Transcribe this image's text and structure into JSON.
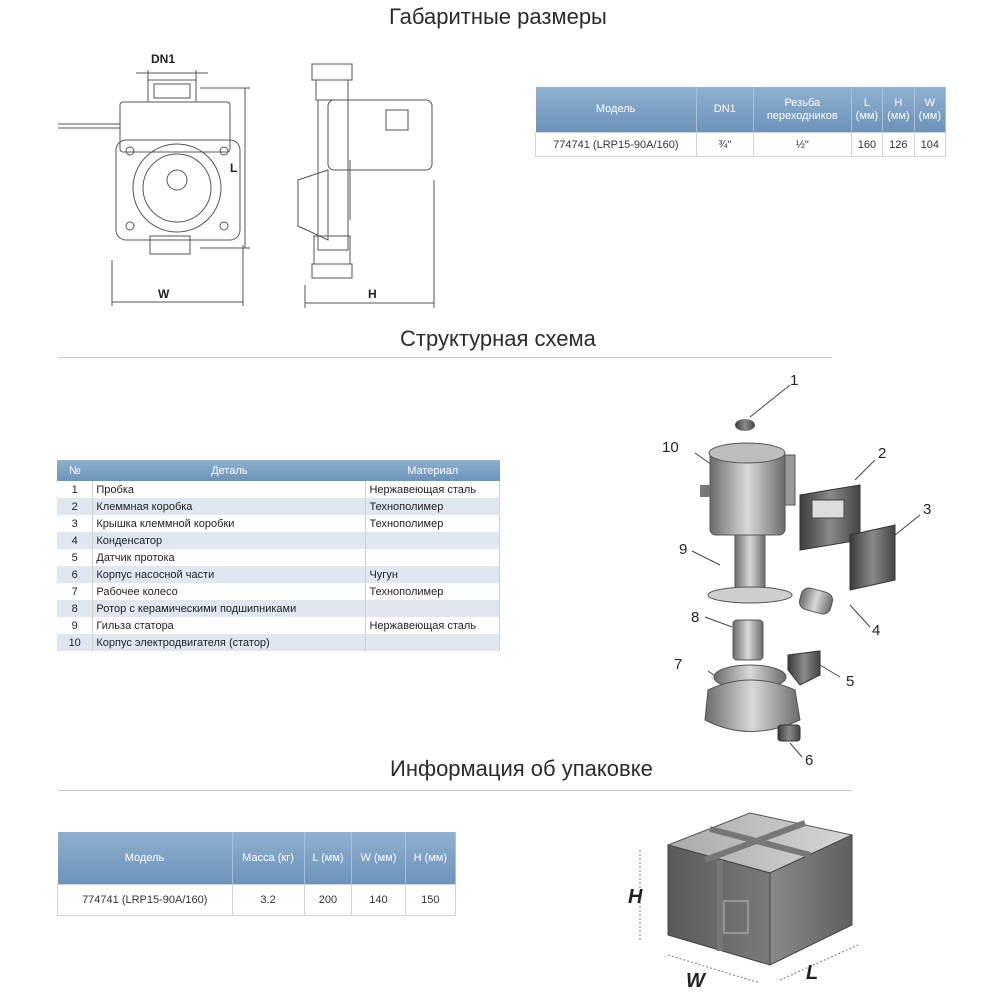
{
  "sections": {
    "dimensions_title": "Габаритные размеры",
    "structure_title": "Структурная схема",
    "packaging_title": "Информация об упаковке"
  },
  "drawing_labels": {
    "dn1": "DN1",
    "l": "L",
    "w": "W",
    "h": "H"
  },
  "dimensions_table": {
    "headers": [
      "Модель",
      "DN1",
      "Резьба переходников",
      "L (мм)",
      "H (мм)",
      "W (мм)"
    ],
    "rows": [
      [
        "774741 (LRP15-90A/160)",
        "¾\"",
        "½\"",
        "160",
        "126",
        "104"
      ]
    ]
  },
  "parts_table": {
    "headers": [
      "№",
      "Деталь",
      "Материал"
    ],
    "rows": [
      [
        "1",
        "Пробка",
        "Нержавеющая сталь"
      ],
      [
        "2",
        "Клеммная коробка",
        "Технополимер"
      ],
      [
        "3",
        "Крышка клеммной коробки",
        "Технополимер"
      ],
      [
        "4",
        "Конденсатор",
        ""
      ],
      [
        "5",
        "Датчик протока",
        ""
      ],
      [
        "6",
        "Корпус насосной части",
        "Чугун"
      ],
      [
        "7",
        "Рабочее колесо",
        "Технополимер"
      ],
      [
        "8",
        "Ротор с керамическими подшипниками",
        ""
      ],
      [
        "9",
        "Гильза статора",
        "Нержавеющая сталь"
      ],
      [
        "10",
        "Корпус электродвигателя (статор)",
        ""
      ]
    ]
  },
  "exploded_labels": [
    "1",
    "2",
    "3",
    "4",
    "5",
    "6",
    "7",
    "8",
    "9",
    "10"
  ],
  "packaging_table": {
    "headers": [
      "Модель",
      "Масса (кг)",
      "L (мм)",
      "W (мм)",
      "H (мм)"
    ],
    "rows": [
      [
        "774741 (LRP15-90A/160)",
        "3.2",
        "200",
        "140",
        "150"
      ]
    ]
  },
  "box_labels": {
    "h": "H",
    "w": "W",
    "l": "L"
  },
  "colors": {
    "table_header": "#7a9dc4",
    "row_alt": "#dfe7f1",
    "drawing_line": "#555555"
  }
}
